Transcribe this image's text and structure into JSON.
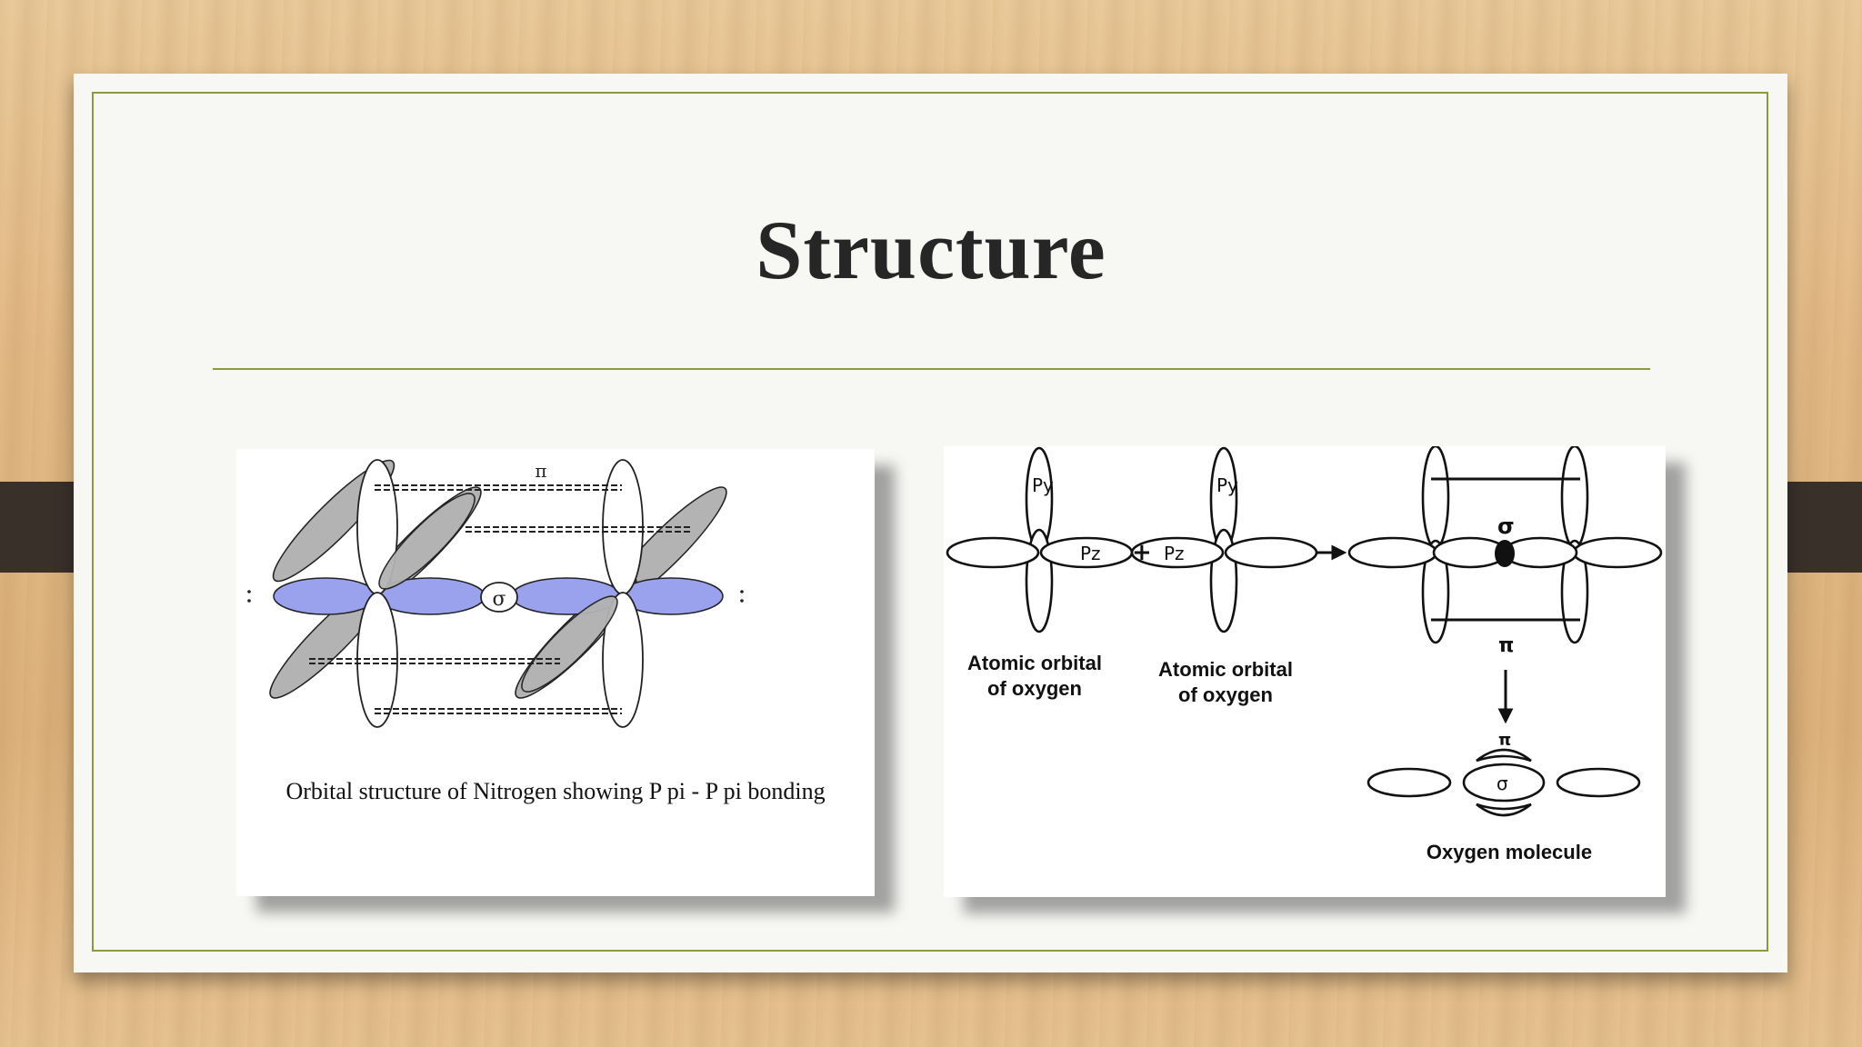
{
  "slide": {
    "title": "Structure"
  },
  "left_figure": {
    "pi_label": "π",
    "sigma_label": "σ",
    "caption": "Orbital structure of Nitrogen showing P pi - P pi bonding"
  },
  "right_figure": {
    "py_label": "Py",
    "pz_label": "Pz",
    "plus": "+",
    "sigma_label": "σ",
    "pi_label": "π",
    "atomic_orbital_1": [
      "Atomic orbital",
      "of oxygen"
    ],
    "atomic_orbital_2": [
      "Atomic orbital",
      "of oxygen"
    ],
    "molecule_label": "Oxygen molecule"
  },
  "colors": {
    "frame": "#8b9a3a",
    "sp_lobe_blue": "#9aa2ee",
    "p_lobe_grey": "#b3b3b3"
  }
}
